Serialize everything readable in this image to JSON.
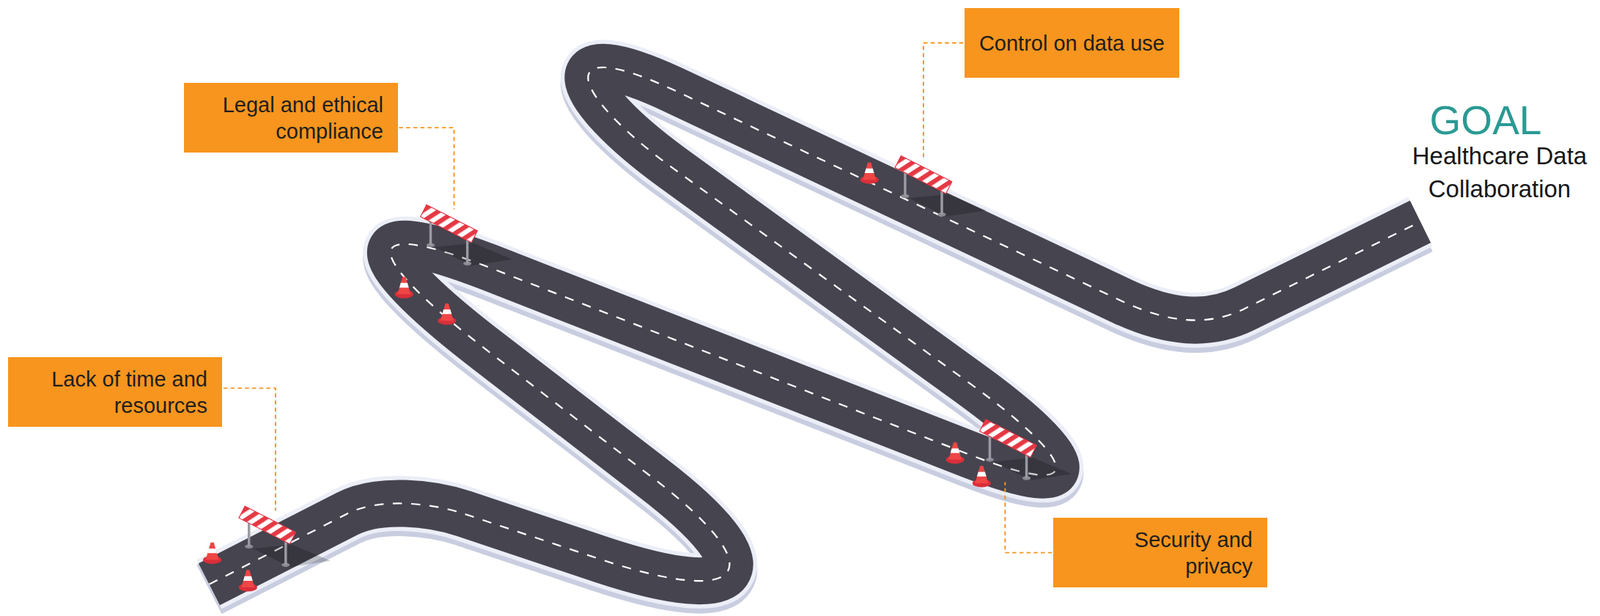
{
  "diagram": {
    "nodes": [
      {
        "text": [
          "Control on data use"
        ]
      },
      {
        "text": [
          "Legal and ethical compliance"
        ]
      },
      {
        "text": [
          "Lack of time and resources"
        ]
      },
      {
        "text": [
          "Security and privacy"
        ]
      }
    ],
    "labels": [
      "GOAL",
      "Healthcare Data Collaboration"
    ]
  }
}
